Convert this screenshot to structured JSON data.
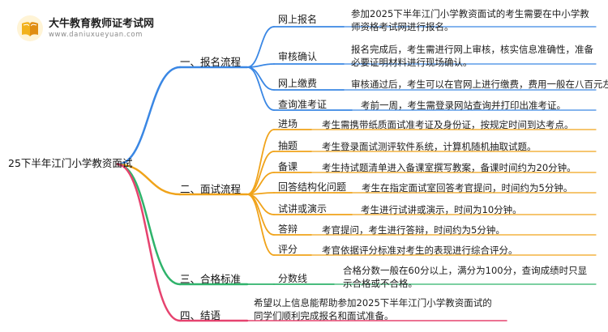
{
  "logo": {
    "title": "大牛教育教师证考试网",
    "url": "www.daniuxueyuan.com",
    "icon": "book-icon",
    "accent": "#f2b21c"
  },
  "root": {
    "label": "25下半年江门小学教资面试"
  },
  "colors": {
    "registration": "#3a87e4",
    "interview": "#f0a31a",
    "standard": "#2fb36b",
    "closing": "#e6436f"
  },
  "branches": [
    {
      "label": "一、报名流程",
      "items": [
        {
          "label": "网上报名",
          "desc": "参加2025下半年江门小学教资面试的考生需要在中小学教师资格考试网进行报名。"
        },
        {
          "label": "审核确认",
          "desc": "报名完成后，考生需进行网上审核，核实信息准确性，准备必要证明材料进行现场确认。"
        },
        {
          "label": "网上缴费",
          "desc": "审核通过后，考生可以在官网上进行缴费，费用一般在八百元左右。"
        },
        {
          "label": "查询准考证",
          "desc": "考前一周，考生需登录网站查询并打印出准考证。"
        }
      ]
    },
    {
      "label": "二、面试流程",
      "items": [
        {
          "label": "进场",
          "desc": "考生需携带纸质面试准考证及身份证，按规定时间到达考点。"
        },
        {
          "label": "抽题",
          "desc": "考生登录面试测评软件系统，计算机随机抽取试题。"
        },
        {
          "label": "备课",
          "desc": "考生持试题清单进入备课室撰写教案，备课时间约为20分钟。"
        },
        {
          "label": "回答结构化问题",
          "desc": "考生在指定面试室回答考官提问，时间约为5分钟。"
        },
        {
          "label": "试讲或演示",
          "desc": "考生进行试讲或演示，时间为10分钟。"
        },
        {
          "label": "答辩",
          "desc": "考官提问，考生进行答辩，时间约为5分钟。"
        },
        {
          "label": "评分",
          "desc": "考官依据评分标准对考生的表现进行综合评分。"
        }
      ]
    },
    {
      "label": "三、合格标准",
      "items": [
        {
          "label": "分数线",
          "desc": "合格分数一般在60分以上，满分为100分，查询成绩时只显示合格或不合格。"
        }
      ]
    },
    {
      "label": "四、结语",
      "items": [
        {
          "label": "",
          "desc": "希望以上信息能帮助参加2025下半年江门小学教资面试的同学们顺利完成报名和面试准备。"
        }
      ]
    }
  ]
}
